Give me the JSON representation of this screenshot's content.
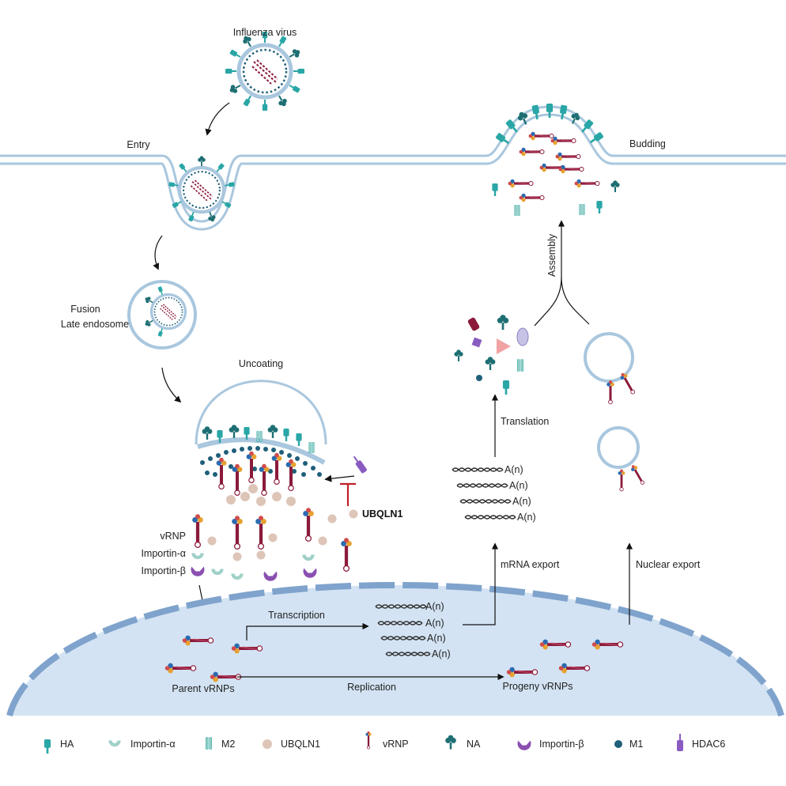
{
  "labels": {
    "influenza_virus": "Influenza virus",
    "entry": "Entry",
    "fusion": "Fusion",
    "late_endosome": "Late endosome",
    "uncoating": "Uncoating",
    "ubqln1": "UBQLN1",
    "vrnp": "vRNP",
    "importin_alpha": "Importin-α",
    "importin_beta": "Importin-β",
    "transcription": "Transcription",
    "replication": "Replication",
    "parent_vrnps": "Parent vRNPs",
    "progeny_vrnps": "Progeny vRNPs",
    "mrna_export": "mRNA export",
    "translation": "Translation",
    "nuclear_export": "Nuclear export",
    "assembly": "Assembly",
    "budding": "Budding",
    "polya": "A(n)"
  },
  "legend": [
    {
      "label": "HA",
      "icon": "ha-icon"
    },
    {
      "label": "Importin-α",
      "icon": "importin-alpha-icon"
    },
    {
      "label": "M2",
      "icon": "m2-icon"
    },
    {
      "label": "UBQLN1",
      "icon": "ubqln1-icon"
    },
    {
      "label": "vRNP",
      "icon": "vrnp-icon"
    },
    {
      "label": "NA",
      "icon": "na-icon"
    },
    {
      "label": "Importin-β",
      "icon": "importin-beta-icon"
    },
    {
      "label": "M1",
      "icon": "m1-icon"
    },
    {
      "label": "HDAC6",
      "icon": "hdac6-icon"
    }
  ],
  "colors": {
    "membrane": "#a9c7de",
    "nucleus": "#d3e3f3",
    "envelope": "#7fa3cc",
    "teal": "#2aa6a6",
    "dark_teal": "#1e6f73",
    "m1": "#1f5f7a",
    "ubqln1": "#ddc5b8",
    "importin_alpha": "#9fd1c8",
    "importin_beta": "#8a4fb0",
    "vrnp": "#8b1a3a",
    "hdac6": "#8a5cc2"
  }
}
